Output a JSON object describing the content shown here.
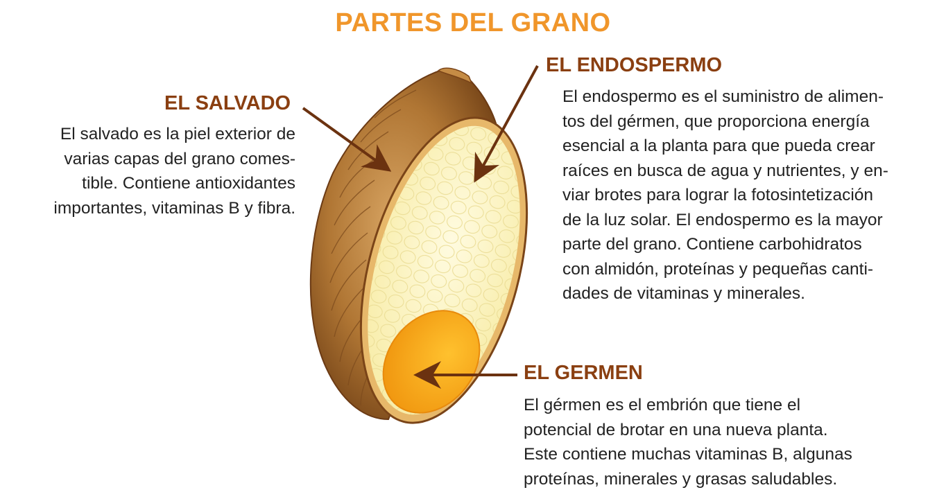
{
  "title": "PARTES DEL GRANO",
  "salvado": {
    "heading": "EL SALVADO",
    "lines": [
      "El salvado es la piel exterior de",
      "varias capas del grano comes-",
      "tible. Contiene antioxidantes",
      "importantes, vitaminas B y fibra."
    ]
  },
  "endospermo": {
    "heading": "EL ENDOSPERMO",
    "lines": [
      "El endospermo es el suministro de alimen-",
      "tos del gérmen, que proporciona energía",
      "esencial a la planta para que pueda crear",
      "raíces en busca de agua y nutrientes, y en-",
      "viar brotes para lograr la fotosintetización",
      "de la luz solar. El endospermo es la mayor",
      "parte del grano. Contiene carbohidratos",
      "con almidón, proteínas y pequeñas canti-",
      "dades de vitaminas y minerales."
    ]
  },
  "germen": {
    "heading": "EL GERMEN",
    "lines": [
      "El gérmen es el embrión que tiene el",
      "potencial de brotar en una nueva planta.",
      "Este contiene muchas vitaminas B, algunas",
      "proteínas, minerales y grasas saludables."
    ]
  },
  "colors": {
    "title": "#f0962b",
    "heading": "#8a3f11",
    "arrow": "#6b3210",
    "bran": "#a8702f",
    "endosperm": "#fdf6c4",
    "germ": "#f7ac1e"
  }
}
